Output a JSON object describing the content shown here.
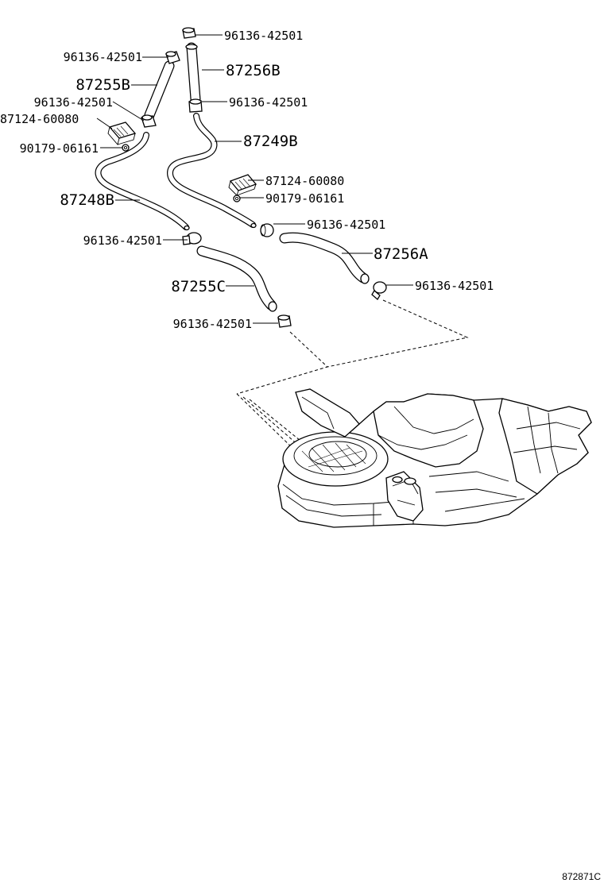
{
  "diagram": {
    "labels": {
      "clamp_top_right": "96136-42501",
      "clamp_top_left": "96136-42501",
      "hose_87256B": "87256B",
      "hose_87255B": "87255B",
      "clamp_87255B_lower": "96136-42501",
      "clamp_87256B_lower": "96136-42501",
      "bracket_left": "87124-60080",
      "nut_left": "90179-06161",
      "pipe_87249B": "87249B",
      "bracket_right": "87124-60080",
      "nut_right": "90179-06161",
      "clamp_87256A_upper": "96136-42501",
      "pipe_87248B": "87248B",
      "hose_87256A": "87256A",
      "clamp_87248B_lower": "96136-42501",
      "clamp_87256A_lower": "96136-42501",
      "hose_87255C": "87255C",
      "clamp_87255C_lower": "96136-42501"
    },
    "reference": "872871C"
  }
}
